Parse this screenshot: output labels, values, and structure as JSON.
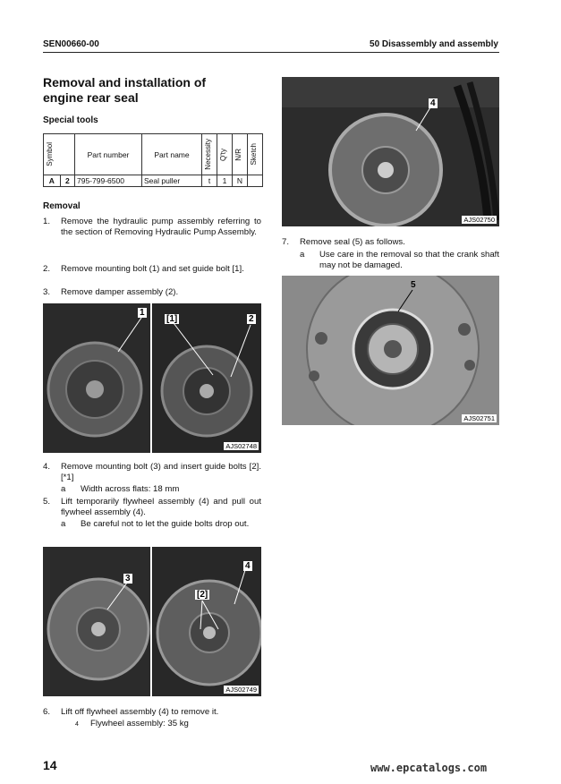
{
  "header": {
    "doc_id": "SEN00660-00",
    "section": "50 Disassembly and assembly"
  },
  "title": "Removal and installation of engine rear seal",
  "special_tools": {
    "heading": "Special tools",
    "columns": [
      "Symbol",
      "Part number",
      "Part name",
      "Necessity",
      "Q'ty",
      "N/R",
      "Sketch"
    ],
    "row": {
      "symbol": "A",
      "sub": "2",
      "part_number": "795-799-6500",
      "part_name": "Seal puller",
      "necessity": "t",
      "qty": "1",
      "nr": "N",
      "sketch": ""
    }
  },
  "removal": {
    "heading": "Removal",
    "steps": [
      {
        "n": "1.",
        "text": "Remove the hydraulic pump assembly referring to the section of Removing Hydraulic Pump Assembly."
      },
      {
        "n": "2.",
        "text": "Remove mounting bolt (1) and set guide bolt [1]."
      },
      {
        "n": "3.",
        "text": "Remove damper assembly (2)."
      },
      {
        "n": "4.",
        "text": "Remove mounting bolt (3) and insert guide bolts [2].   [*1]",
        "sub": {
          "mark": "a",
          "text": "Width across flats: 18 mm"
        }
      },
      {
        "n": "5.",
        "text": "Lift temporarily flywheel assembly (4) and pull out flywheel assembly (4).",
        "sub": {
          "mark": "a",
          "text": "Be careful not to let the guide bolts drop out."
        }
      },
      {
        "n": "6.",
        "text": "Lift off flywheel assembly (4) to remove it.",
        "sub": {
          "mark": "4",
          "text": "Flywheel assembly: 35 kg"
        }
      },
      {
        "n": "7.",
        "text": "Remove seal (5) as follows.",
        "sub": {
          "mark": "a",
          "text": "Use care in the removal so that the crank shaft may not be damaged."
        }
      }
    ]
  },
  "figures": {
    "fig1_tag": "AJS02748",
    "fig1_callouts": [
      "1",
      "[1]",
      "2"
    ],
    "fig2_tag": "AJS02749",
    "fig2_callouts": [
      "3",
      "[2]",
      "4"
    ],
    "fig3_tag": "AJS02750",
    "fig3_callouts": [
      "4"
    ],
    "fig4_tag": "AJS02751",
    "fig4_callouts": [
      "5"
    ]
  },
  "footer": {
    "page": "14",
    "watermark": "www.epcatalogs.com"
  }
}
